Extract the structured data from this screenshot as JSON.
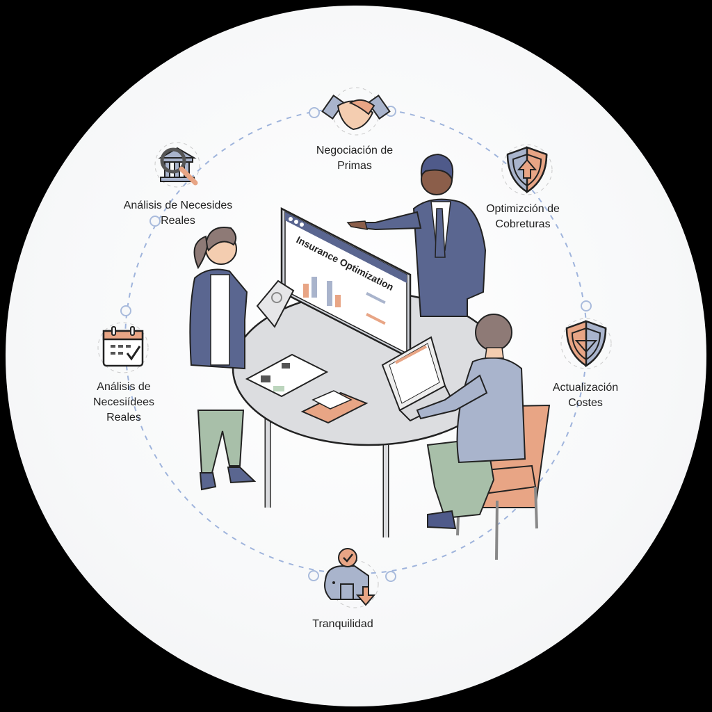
{
  "diagram": {
    "center_screen_title": "Insurance Optimization",
    "cycle_nodes": [
      {
        "id": "negociacion",
        "label": "Negociación de\nPrimas",
        "icon": "handshake-icon"
      },
      {
        "id": "optimizacion",
        "label": "Optimizción de\nCobreturas",
        "icon": "shield-up-arrow-icon"
      },
      {
        "id": "actualizacion",
        "label": "Actualización\nCostes",
        "icon": "shield-down-arrow-icon"
      },
      {
        "id": "tranquilidad",
        "label": "Tranquilidad",
        "icon": "piggy-bank-house-icon"
      },
      {
        "id": "analisis-calendario",
        "label": "Análisis de\nNecesiídees\nReales",
        "icon": "calendar-check-icon"
      },
      {
        "id": "analisis-banco",
        "label": "Análisis de Necesides\nReales",
        "icon": "bank-magnifier-icon"
      }
    ],
    "people": [
      {
        "role": "woman-with-tablet"
      },
      {
        "role": "man-presenting"
      },
      {
        "role": "man-with-laptop"
      }
    ],
    "colors": {
      "background_outer": "#000000",
      "disc": "#f7f8f9",
      "navy": "#5a6690",
      "slate_blue": "#a9b4cc",
      "peach": "#e8a585",
      "sage": "#a8bfa9",
      "table_gray": "#dcdde0",
      "dashed_path": "#9fb4dc"
    }
  }
}
